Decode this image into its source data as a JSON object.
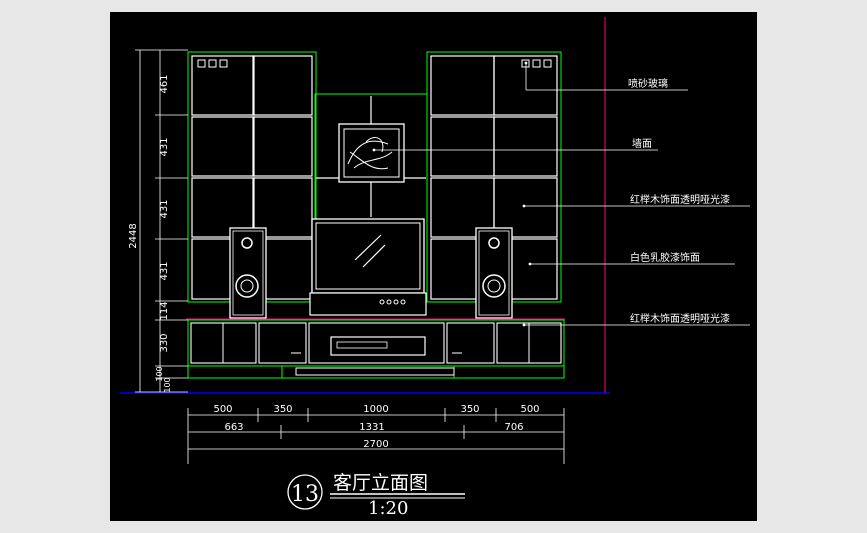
{
  "drawing": {
    "title": "客厅立面图",
    "scale": "1:20",
    "detail_number": "13"
  },
  "annotations": [
    "喷砂玻璃",
    "墙面",
    "红榉木饰面透明哑光漆",
    "白色乳胶漆饰面",
    "红榉木饰面透明哑光漆"
  ],
  "vertical_dims": {
    "total": "2448",
    "segments": [
      "461",
      "431",
      "431",
      "431",
      "114",
      "330",
      "100",
      "100"
    ]
  },
  "horizontal_dims": {
    "row1": [
      "500",
      "350",
      "1000",
      "350",
      "500"
    ],
    "row2": [
      "663",
      "1331",
      "706"
    ],
    "total": "2700"
  },
  "colors": {
    "background": "#000000",
    "window": "#e7e7e7",
    "panel_outline": "#00ff00",
    "grid": "#ffffff",
    "wall_line": "#ff0080",
    "ground_line": "#0000ff"
  }
}
